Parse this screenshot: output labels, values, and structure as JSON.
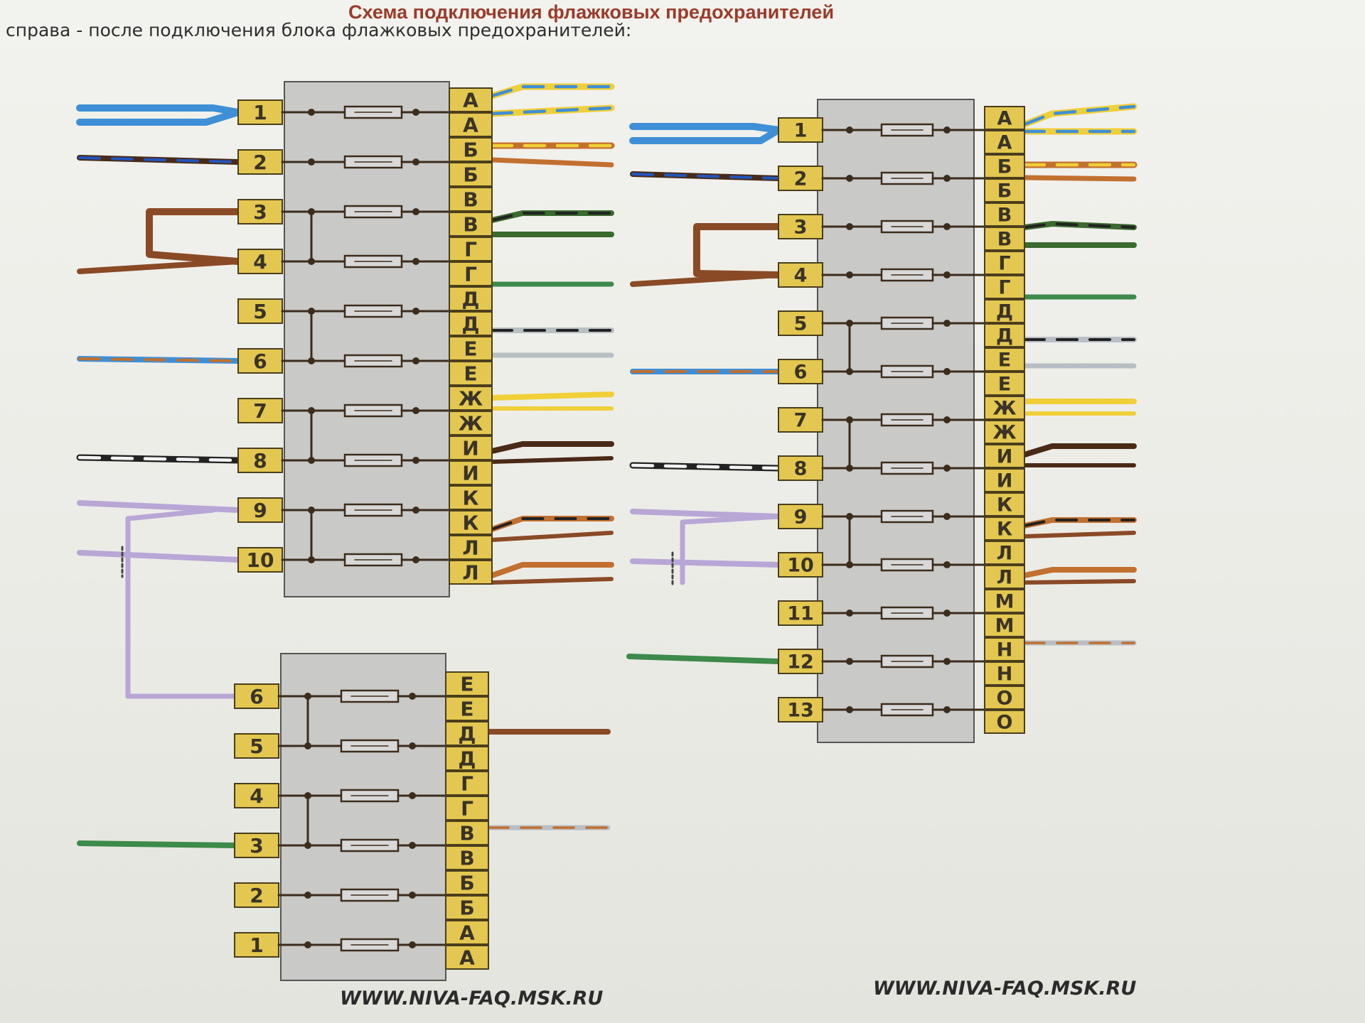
{
  "title": "Схема подключения флажковых предохранителей",
  "subtitle": "справа - после подключения блока флажковых предохранителей:",
  "footer_left": "WWW.NIVA-FAQ.MSK.RU",
  "footer_right": "WWW.NIVA-FAQ.MSK.RU",
  "colors": {
    "terminal": "#e3c750",
    "terminal_border": "#4a3e1c",
    "block_fill": "#c9c9c7",
    "bus_wire": "#3c2c1c"
  },
  "blocks": [
    {
      "id": "upper-left",
      "numbers": [
        "1",
        "2",
        "3",
        "4",
        "5",
        "6",
        "7",
        "8",
        "9",
        "10"
      ],
      "letters": [
        "А",
        "А",
        "Б",
        "Б",
        "В",
        "В",
        "Г",
        "Г",
        "Д",
        "Д",
        "Е",
        "Е",
        "Ж",
        "Ж",
        "И",
        "И",
        "К",
        "К",
        "Л",
        "Л"
      ]
    },
    {
      "id": "lower-left",
      "numbers": [
        "6",
        "5",
        "4",
        "3",
        "2",
        "1"
      ],
      "letters": [
        "Е",
        "Е",
        "Д",
        "Д",
        "Г",
        "Г",
        "В",
        "В",
        "Б",
        "Б",
        "А",
        "А"
      ]
    },
    {
      "id": "right",
      "numbers": [
        "1",
        "2",
        "3",
        "4",
        "5",
        "6",
        "7",
        "8",
        "9",
        "10",
        "11",
        "12",
        "13"
      ],
      "letters": [
        "А",
        "А",
        "Б",
        "Б",
        "В",
        "В",
        "Г",
        "Г",
        "Д",
        "Д",
        "Е",
        "Е",
        "Ж",
        "Ж",
        "И",
        "И",
        "К",
        "К",
        "Л",
        "Л",
        "М",
        "М",
        "Н",
        "Н",
        "О",
        "О"
      ]
    }
  ]
}
